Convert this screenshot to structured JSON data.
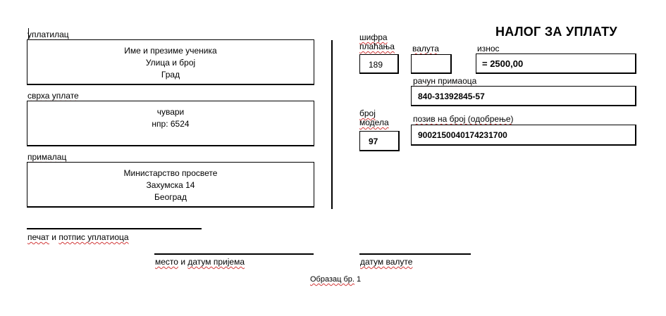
{
  "title": "НАЛОГ ЗА УПЛАТУ",
  "payer": {
    "label": "уплатилац",
    "lines": [
      "Име и презиме ученика",
      "Улица и број",
      "Град"
    ]
  },
  "purpose": {
    "label": "сврха уплате",
    "lines": [
      "чувари",
      "нпр: 6524"
    ]
  },
  "recipient": {
    "label": "прималац",
    "lines": [
      "Министарство просвете",
      "Захумска 14",
      "Београд"
    ]
  },
  "payment_code": {
    "label_line1": "шифра",
    "label_line2": "плаћања",
    "value": "189"
  },
  "currency": {
    "label": "валута",
    "value": ""
  },
  "amount": {
    "label": "износ",
    "value": "= 2500,00"
  },
  "recipient_account": {
    "label": "рачун примаоца",
    "value": "840-31392845-57"
  },
  "model": {
    "label_line1": "број",
    "label_line2": "модела",
    "value": "97"
  },
  "reference": {
    "label": "позив на број (одобрење)",
    "value": "9002150040174231700"
  },
  "signature": {
    "payer_word1": "печат",
    "payer_word2": "и",
    "payer_word3": "потпис уплатиоца",
    "place_word1": "место",
    "place_word2": "и",
    "place_word3": "датум пријема",
    "value_date": "датум валуте"
  },
  "form_no": {
    "word": "Образац бр.",
    "number": "1"
  }
}
